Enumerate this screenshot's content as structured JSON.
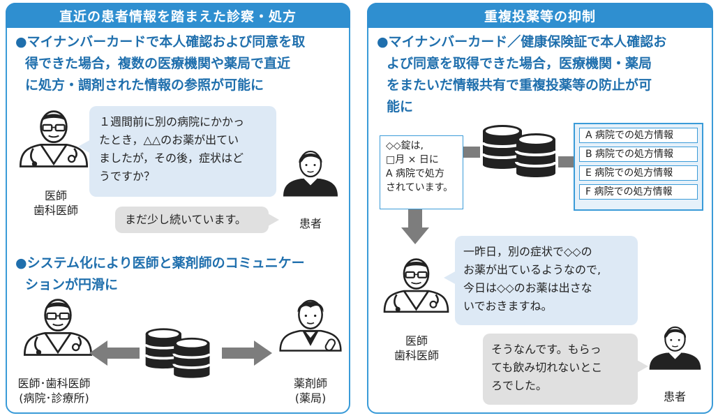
{
  "left": {
    "title": "直近の患者情報を踏まえた診察・処方",
    "bullet1": [
      "●マイナンバーカードで本人確認および同意を取",
      "得できた場合，複数の医療機関や薬局で直近",
      "に処方・調剤された情報の参照が可能に"
    ],
    "doctor_bubble": [
      "１週間前に別の病院にかかっ",
      "たとき，△△のお薬が出てい",
      "ましたが，その後，症状はど",
      "うですか？"
    ],
    "patient_bubble": "まだ少し続いています。",
    "doctor_label": [
      "医師",
      "歯科医師"
    ],
    "patient_label": "患者",
    "bullet2": [
      "●システム化により医師と薬剤師のコミュニケー",
      "ションが円滑に"
    ],
    "doctor2_label": [
      "医師･歯科医師",
      "(病院･診療所)"
    ],
    "pharmacist_label": [
      "薬剤師",
      "(薬局)"
    ]
  },
  "right": {
    "title": "重複投薬等の抑制",
    "bullet1": [
      "●マイナンバーカード／健康保険証で本人確認お",
      "よび同意を取得できた場合，医療機関・薬局",
      "をまたいだ情報共有で重複投薬等の防止が可",
      "能に"
    ],
    "info_box": [
      "◇◇錠は,",
      "□月 × 日に",
      "A 病院で処方",
      "されています。"
    ],
    "hospital_items": [
      "A 病院での処方情報",
      "B 病院での処方情報",
      "E 病院での処方情報",
      "F 病院での処方情報"
    ],
    "doctor_bubble": [
      "一昨日，別の症状で◇◇の",
      "お薬が出ているようなので,",
      "今日は◇◇のお薬は出さな",
      "いでおきますね。"
    ],
    "patient_bubble": [
      "そうなんです。もらっ",
      "ても飲み切れないとこ",
      "ろでした。"
    ],
    "doctor_label": [
      "医師",
      "歯科医師"
    ],
    "patient_label": "患者"
  },
  "colors": {
    "accent": "#2f8fd0",
    "bullet_text": "#1f6fad",
    "bubble_blue": "#dde9f5",
    "bubble_gray": "#e0e0e0",
    "arrow_gray": "#7d7d7d"
  }
}
